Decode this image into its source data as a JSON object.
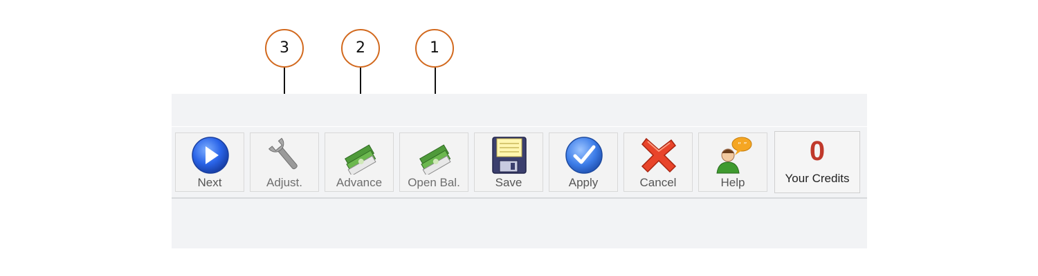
{
  "callouts": [
    {
      "number": "3",
      "target": "Adjust."
    },
    {
      "number": "2",
      "target": "Advance"
    },
    {
      "number": "1",
      "target": "Open Bal."
    }
  ],
  "toolbar": {
    "buttons": [
      {
        "label": "Next",
        "icon": "play-circle-icon"
      },
      {
        "label": "Adjust.",
        "icon": "wrench-icon"
      },
      {
        "label": "Advance",
        "icon": "money-stack-icon"
      },
      {
        "label": "Open Bal.",
        "icon": "money-stack-icon"
      },
      {
        "label": "Save",
        "icon": "floppy-disk-icon"
      },
      {
        "label": "Apply",
        "icon": "checkmark-circle-icon"
      },
      {
        "label": "Cancel",
        "icon": "red-x-icon"
      },
      {
        "label": "Help",
        "icon": "help-person-icon"
      }
    ],
    "credits": {
      "value": "0",
      "label": "Your Credits"
    }
  },
  "colors": {
    "callout_border": "#d2691e",
    "credits_value": "#c0392b",
    "panel_bg": "#f2f3f5"
  }
}
